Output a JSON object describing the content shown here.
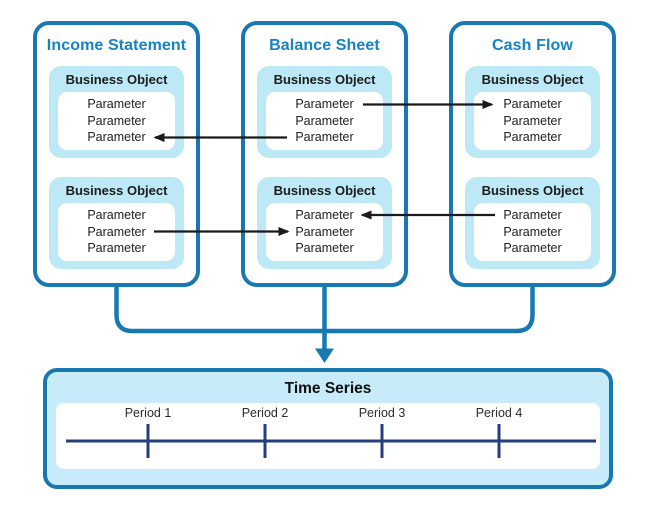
{
  "columns": [
    {
      "title": "Income Statement",
      "objects": [
        {
          "label": "Business Object",
          "parameters": [
            "Parameter",
            "Parameter",
            "Parameter"
          ]
        },
        {
          "label": "Business Object",
          "parameters": [
            "Parameter",
            "Parameter",
            "Parameter"
          ]
        }
      ]
    },
    {
      "title": "Balance Sheet",
      "objects": [
        {
          "label": "Business Object",
          "parameters": [
            "Parameter",
            "Parameter",
            "Parameter"
          ]
        },
        {
          "label": "Business Object",
          "parameters": [
            "Parameter",
            "Parameter",
            "Parameter"
          ]
        }
      ]
    },
    {
      "title": "Cash Flow",
      "objects": [
        {
          "label": "Business Object",
          "parameters": [
            "Parameter",
            "Parameter",
            "Parameter"
          ]
        },
        {
          "label": "Business Object",
          "parameters": [
            "Parameter",
            "Parameter",
            "Parameter"
          ]
        }
      ]
    }
  ],
  "connections": [
    {
      "from": "Balance Sheet / Business Object 1 / Parameter 1",
      "to": "Cash Flow / Business Object 1 / Parameter 1",
      "direction": "right"
    },
    {
      "from": "Balance Sheet / Business Object 1 / Parameter 3",
      "to": "Income Statement / Business Object 1 / Parameter 3",
      "direction": "left"
    },
    {
      "from": "Income Statement / Business Object 2 / Parameter 2",
      "to": "Balance Sheet / Business Object 2 / Parameter 2",
      "direction": "right"
    },
    {
      "from": "Cash Flow / Business Object 2 / Parameter 1",
      "to": "Balance Sheet / Business Object 2 / Parameter 1",
      "direction": "left"
    },
    {
      "from": "All statement panels",
      "to": "Time Series",
      "direction": "down"
    }
  ],
  "time_series": {
    "title": "Time Series",
    "periods": [
      "Period 1",
      "Period 2",
      "Period 3",
      "Period 4"
    ]
  },
  "colors": {
    "border_blue": "#1878B2",
    "title_blue": "#1583C4",
    "cyan_fill": "#BDE8F6",
    "ts_fill": "#C7EBF8",
    "timeline_navy": "#233E7C",
    "arrow_black": "#1A1A1A"
  }
}
